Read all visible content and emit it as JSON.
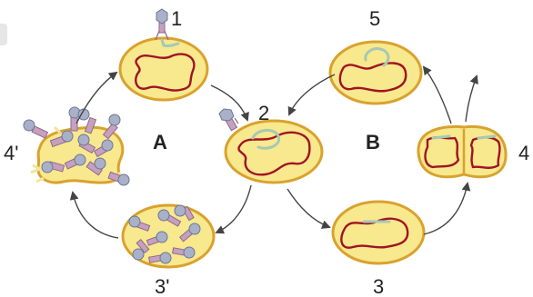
{
  "labels": {
    "step_1": "1",
    "step_2": "2",
    "step_3": "3",
    "step_3_prime": "3'",
    "step_4": "4",
    "step_4_prime": "4'",
    "step_5": "5",
    "cycle_a": "A",
    "cycle_b": "B"
  },
  "colors": {
    "cytoplasm": "#f8e88e",
    "cell_wall": "#d9a22e",
    "bacterial_dna": "#a01422",
    "phage_dna": "#a5c9b4",
    "phage_head": "#a9b1c9",
    "phage_tail": "#c7a0c0"
  }
}
